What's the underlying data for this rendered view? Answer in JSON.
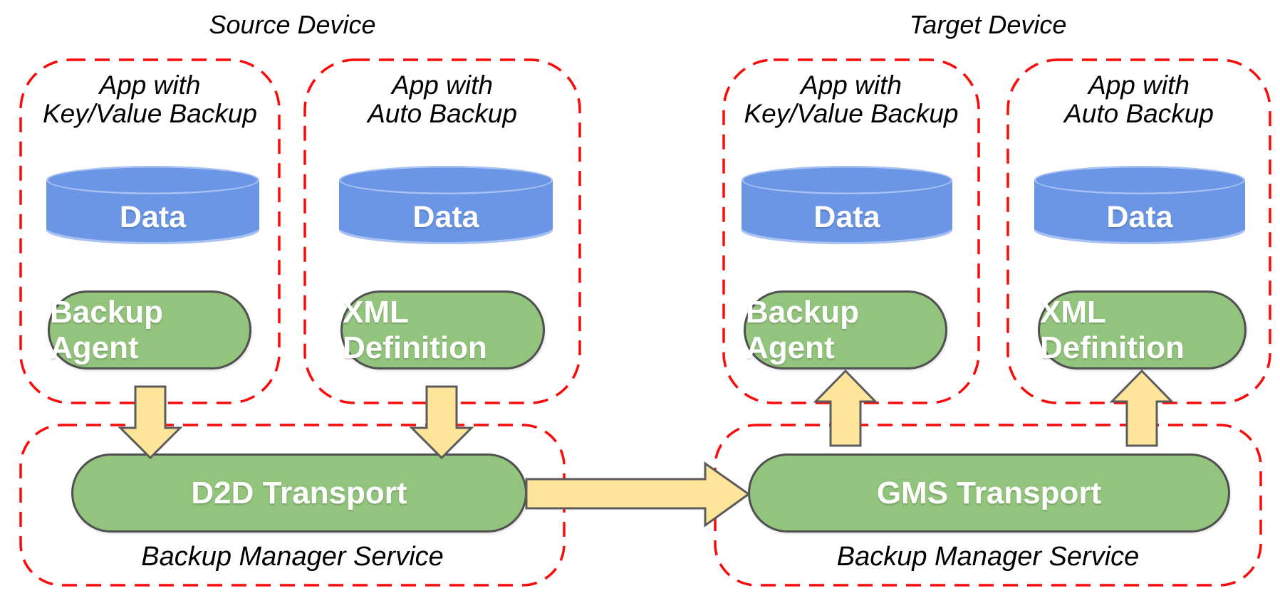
{
  "colors": {
    "dashed_border": "#fa0a0a",
    "pill_fill": "#93c47d",
    "pill_border": "#4f4f4f",
    "pill_text": "#ffffff",
    "cylinder_fill": "#6b96e6",
    "cylinder_rim": "#a9c2f2",
    "arrow_fill": "#ffe599",
    "arrow_border": "#5b5b5b",
    "title_text": "#000000"
  },
  "source": {
    "title": "Source Device",
    "apps": [
      {
        "name_line1": "App with",
        "name_line2": "Key/Value Backup",
        "data_label": "Data",
        "component_label": "Backup Agent"
      },
      {
        "name_line1": "App with",
        "name_line2": "Auto Backup",
        "data_label": "Data",
        "component_label": "XML Definition"
      }
    ],
    "service": {
      "transport_label": "D2D Transport",
      "caption": "Backup Manager Service"
    }
  },
  "target": {
    "title": "Target Device",
    "apps": [
      {
        "name_line1": "App with",
        "name_line2": "Key/Value Backup",
        "data_label": "Data",
        "component_label": "Backup Agent"
      },
      {
        "name_line1": "App with",
        "name_line2": "Auto Backup",
        "data_label": "Data",
        "component_label": "XML Definition"
      }
    ],
    "service": {
      "transport_label": "GMS Transport",
      "caption": "Backup Manager Service"
    }
  },
  "arrows": [
    {
      "name": "backup-agent-to-d2d-transport",
      "direction": "down"
    },
    {
      "name": "xml-definition-to-d2d-transport",
      "direction": "down"
    },
    {
      "name": "d2d-transport-to-gms-transport",
      "direction": "right"
    },
    {
      "name": "gms-transport-to-backup-agent",
      "direction": "up"
    },
    {
      "name": "gms-transport-to-xml-definition",
      "direction": "up"
    }
  ]
}
